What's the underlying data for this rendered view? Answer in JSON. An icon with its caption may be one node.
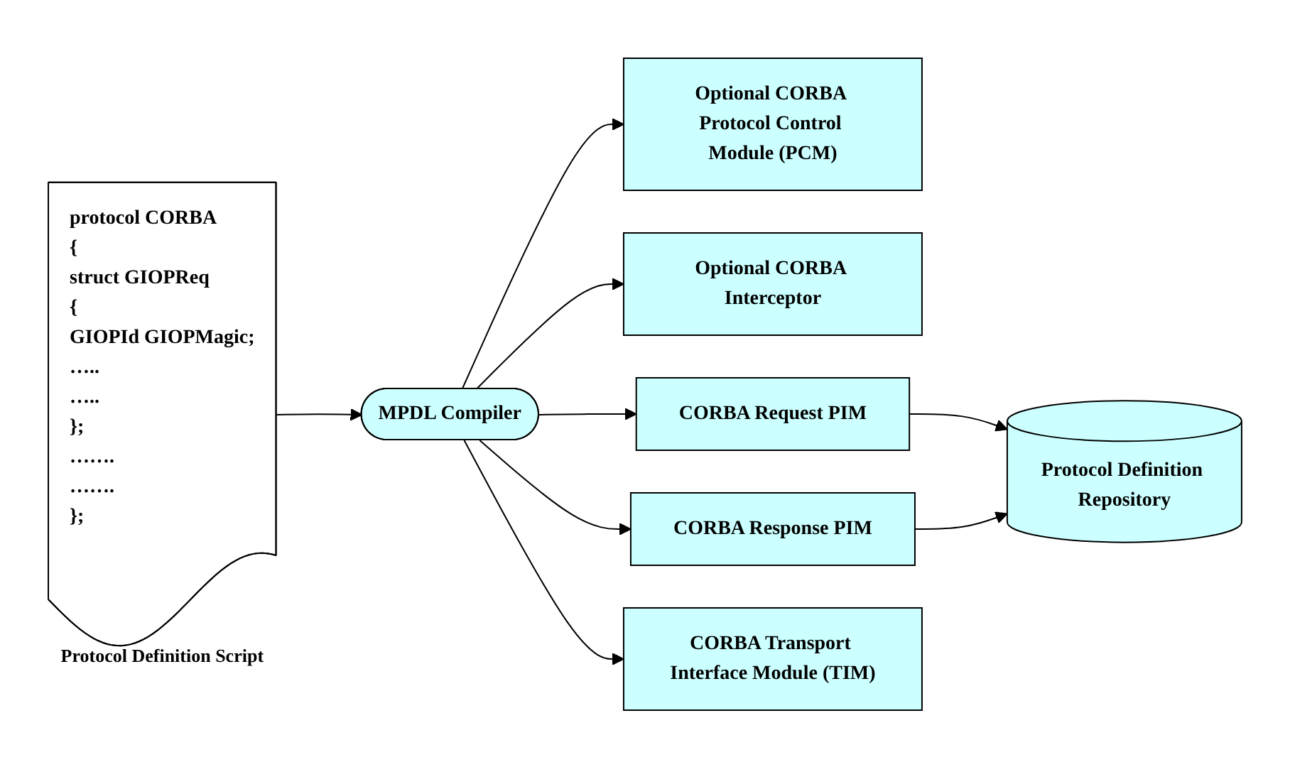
{
  "diagram": {
    "nodes": [
      {
        "text": [
          "protocol CORBA",
          "{",
          "struct GIOPReq",
          "{",
          "GIOPId GIOPMagic;",
          "…..",
          "…..",
          "};",
          "…….",
          "…….",
          "};"
        ],
        "beside": [
          "Protocol Definition Script"
        ]
      },
      {
        "text": [
          "Optional CORBA Protocol Control Module (PCM)"
        ]
      },
      {
        "text": [
          "Optional CORBA Interceptor"
        ]
      },
      {
        "text": [
          "CORBA Request PIM"
        ]
      },
      {
        "text": [
          "MPDL Compiler"
        ]
      },
      {
        "text": [
          "Protocol Definition Repository"
        ]
      },
      {
        "text": [
          "CORBA Response PIM"
        ]
      },
      {
        "text": [
          "CORBA Transport Interface Module (TIM)"
        ]
      }
    ],
    "edges": [
      {
        "from": 0,
        "to": 4,
        "arrow": "to"
      },
      {
        "from": 4,
        "to": 1,
        "arrow": "to"
      },
      {
        "from": 4,
        "to": 2,
        "arrow": "to"
      },
      {
        "from": 4,
        "to": 3,
        "arrow": "to"
      },
      {
        "from": 4,
        "to": 6,
        "arrow": "to"
      },
      {
        "from": 4,
        "to": 7,
        "arrow": "to"
      },
      {
        "from": 3,
        "to": 5,
        "arrow": "to"
      },
      {
        "from": 6,
        "to": 5,
        "arrow": "to"
      }
    ]
  }
}
